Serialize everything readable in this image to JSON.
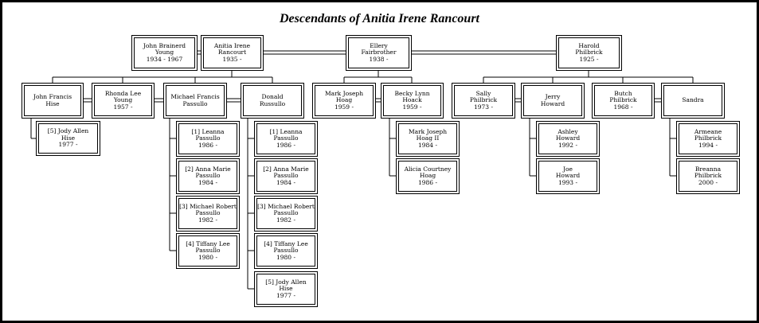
{
  "title": "Descendants of Anitia Irene Rancourt",
  "people": [
    {
      "id": "john_brainerd",
      "lines": [
        "John Brainerd",
        "Young",
        "1934 - 1967"
      ]
    },
    {
      "id": "anitia",
      "lines": [
        "Anitia Irene",
        "Rancourt",
        "1935 -"
      ]
    },
    {
      "id": "ellery",
      "lines": [
        "Ellery",
        "Fairbrother",
        "1938 -"
      ]
    },
    {
      "id": "harold",
      "lines": [
        "Harold",
        "Philbrick",
        "1925 -"
      ]
    },
    {
      "id": "john_francis",
      "lines": [
        "John Francis",
        "Hise"
      ]
    },
    {
      "id": "rhonda",
      "lines": [
        "Rhonda Lee",
        "Young",
        "1957 -"
      ]
    },
    {
      "id": "michael_francis",
      "lines": [
        "Michael Francis",
        "Passullo"
      ]
    },
    {
      "id": "donald",
      "lines": [
        "Donald",
        "Russullo"
      ]
    },
    {
      "id": "mark_hoag",
      "lines": [
        "Mark Joseph",
        "Hoag",
        "1959 -"
      ]
    },
    {
      "id": "becky",
      "lines": [
        "Becky Lynn",
        "Hoack",
        "1959 -"
      ]
    },
    {
      "id": "sally",
      "lines": [
        "Sally",
        "Philbrick",
        "1973 -"
      ]
    },
    {
      "id": "jerry",
      "lines": [
        "Jerry",
        "Howard"
      ]
    },
    {
      "id": "butch",
      "lines": [
        "Butch",
        "Philbrick",
        "1968 -"
      ]
    },
    {
      "id": "sandra",
      "lines": [
        "Sandra"
      ]
    },
    {
      "id": "jody_a",
      "lines": [
        "[5] Jody Allen",
        "Hise",
        "1977 -"
      ]
    },
    {
      "id": "leanna_a",
      "lines": [
        "[1] Leanna",
        "Passullo",
        "1986 -"
      ]
    },
    {
      "id": "anna_a",
      "lines": [
        "[2] Anna Marie",
        "Passullo",
        "1984 -"
      ]
    },
    {
      "id": "michael_r_a",
      "lines": [
        "[3] Michael Robert",
        "Passullo",
        "1982 -"
      ]
    },
    {
      "id": "tiffany_a",
      "lines": [
        "[4] Tiffany Lee",
        "Passullo",
        "1980 -"
      ]
    },
    {
      "id": "leanna_b",
      "lines": [
        "[1] Leanna",
        "Passullo",
        "1986 -"
      ]
    },
    {
      "id": "anna_b",
      "lines": [
        "[2] Anna Marie",
        "Passullo",
        "1984 -"
      ]
    },
    {
      "id": "michael_r_b",
      "lines": [
        "[3] Michael Robert",
        "Passullo",
        "1982 -"
      ]
    },
    {
      "id": "tiffany_b",
      "lines": [
        "[4] Tiffany Lee",
        "Passullo",
        "1980 -"
      ]
    },
    {
      "id": "jody_b",
      "lines": [
        "[5] Jody Allen",
        "Hise",
        "1977 -"
      ]
    },
    {
      "id": "mark_ii",
      "lines": [
        "Mark Joseph",
        "Hoag II",
        "1984 -"
      ]
    },
    {
      "id": "alicia",
      "lines": [
        "Alicia Courtney",
        "Hoag",
        "1986 -"
      ]
    },
    {
      "id": "ashley",
      "lines": [
        "Ashley",
        "Howard",
        "1992 -"
      ]
    },
    {
      "id": "joe",
      "lines": [
        "Joe",
        "Howard",
        "1993 -"
      ]
    },
    {
      "id": "armeane",
      "lines": [
        "Armeane",
        "Philbrick",
        "1994 -"
      ]
    },
    {
      "id": "breanna",
      "lines": [
        "Breanna",
        "Philbrick",
        "2000 -"
      ]
    }
  ]
}
